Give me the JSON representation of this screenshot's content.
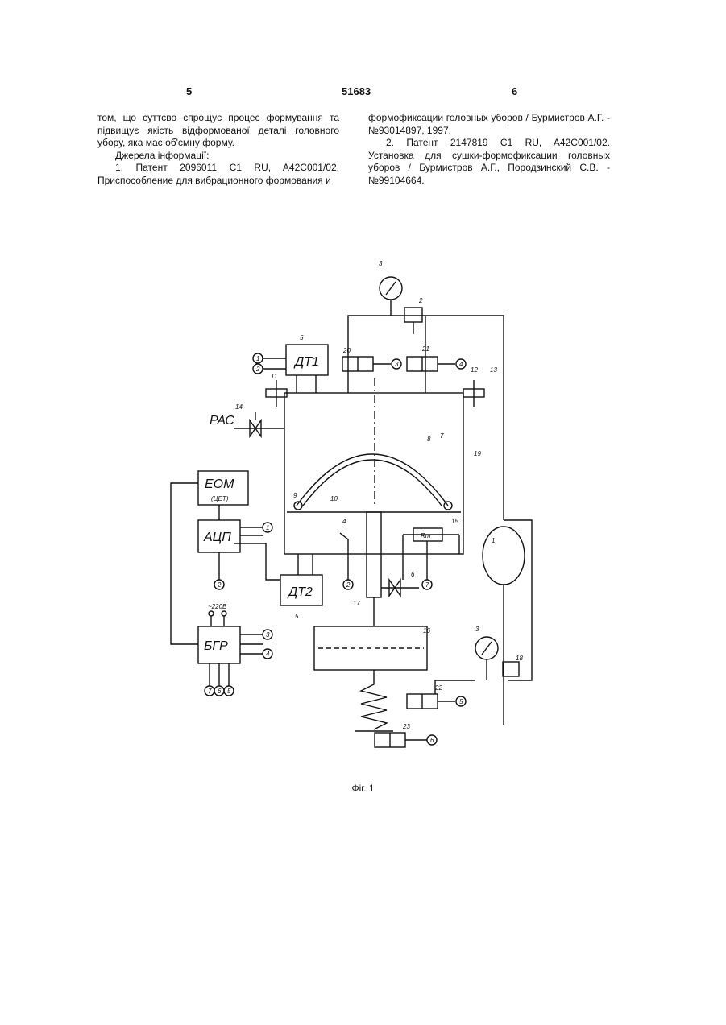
{
  "header": {
    "page_left": "5",
    "patent_number": "51683",
    "page_right": "6"
  },
  "left_column": {
    "para1": "том, що суттєво спрощує процес формування та підвищує якість відформованої деталі головного убору, яка має об'ємну форму.",
    "sources_heading": "Джерела інформації:",
    "ref1": "1. Патент 2096011 C1 RU, A42C001/02. Приспособление для вибрационного формования и"
  },
  "right_column": {
    "ref1_cont": "формофиксации головных уборов / Бурмистров А.Г. - №93014897, 1997.",
    "ref2": "2. Патент 2147819 C1 RU, A42C001/02. Установка для сушки-формофиксации головных уборов / Бурмистров А.Г., Породзинский С.В. - №99104664."
  },
  "figure": {
    "caption": "Фіг. 1",
    "blocks": {
      "dt1": "ДТ1",
      "dt2": "ДТ2",
      "eom": "ЕОМ",
      "eom_sub": "(ЦЕТ)",
      "adc": "АЦП",
      "bgr": "БГР",
      "pac": "РАС",
      "resistor": "Rт",
      "power": "~220В"
    },
    "numbers": {
      "n1": "1",
      "n2": "2",
      "n3": "3",
      "n3b": "3",
      "n4": "4",
      "n5": "5",
      "n5b": "5",
      "n6": "6",
      "n7": "7",
      "n8": "8",
      "n9": "9",
      "n10": "10",
      "n11": "11",
      "n12": "12",
      "n13": "13",
      "n14": "14",
      "n15": "15",
      "n16": "16",
      "n17": "17",
      "n18": "18",
      "n19": "19",
      "n20": "20",
      "n21": "21",
      "n22": "22",
      "n23": "23"
    },
    "circles": {
      "c1a": "1",
      "c2a": "2",
      "c3a": "3",
      "c4a": "4",
      "c1b": "1",
      "c2b": "2",
      "c2c": "2",
      "c7a": "7",
      "c3b": "3",
      "c4b": "4",
      "c7b": "7",
      "c6b": "6",
      "c5b": "5",
      "c5c": "5",
      "c6c": "6"
    }
  }
}
